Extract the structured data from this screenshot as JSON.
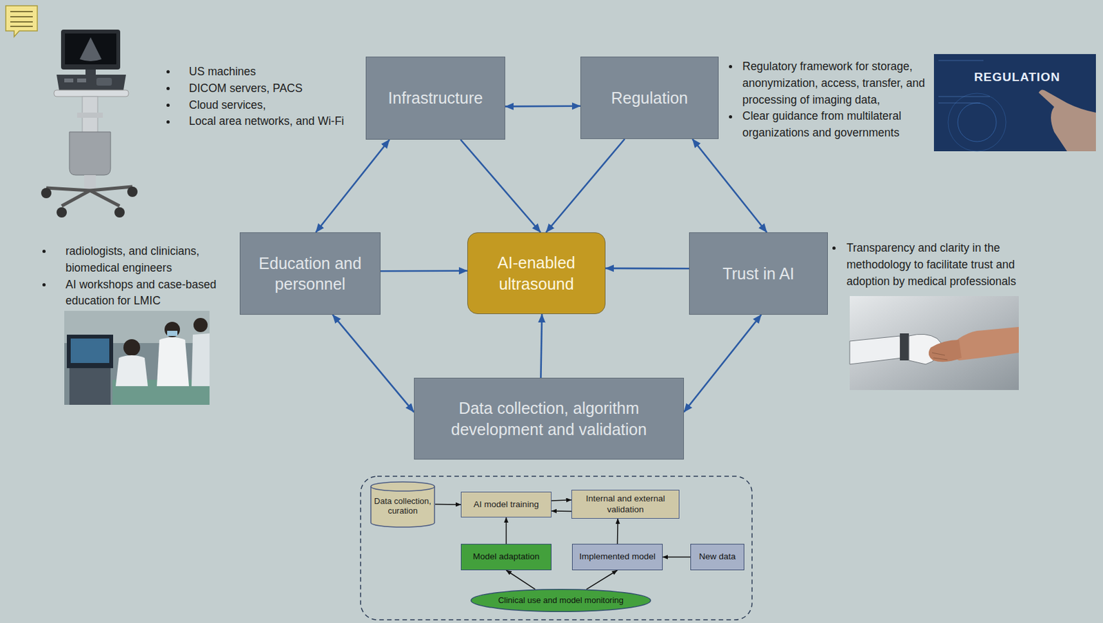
{
  "diagram": {
    "nodes": [
      {
        "text": [
          "Infrastructure"
        ]
      },
      {
        "text": [
          "Regulation"
        ]
      },
      {
        "text": [
          "Education and personnel"
        ]
      },
      {
        "text": [
          "AI-enabled ultrasound"
        ]
      },
      {
        "text": [
          "Trust in AI"
        ]
      },
      {
        "text": [
          "Data collection, algorithm development and validation"
        ]
      },
      {
        "text": [
          "Data collection, curation"
        ]
      },
      {
        "text": [
          "AI model training"
        ]
      },
      {
        "text": [
          "Internal and external validation"
        ]
      },
      {
        "text": [
          "Model adaptation"
        ]
      },
      {
        "text": [
          "Implemented model"
        ]
      },
      {
        "text": [
          "New data"
        ]
      },
      {
        "text": [
          "Clinical use and model monitoring"
        ]
      }
    ],
    "edges": [
      {
        "from": 0,
        "to": 1,
        "arrow": "both"
      },
      {
        "from": 0,
        "to": 3,
        "arrow": "to"
      },
      {
        "from": 1,
        "to": 3,
        "arrow": "to"
      },
      {
        "from": 2,
        "to": 0,
        "arrow": "both"
      },
      {
        "from": 1,
        "to": 4,
        "arrow": "both"
      },
      {
        "from": 2,
        "to": 3,
        "arrow": "to"
      },
      {
        "from": 4,
        "to": 3,
        "arrow": "to"
      },
      {
        "from": 5,
        "to": 3,
        "arrow": "to"
      },
      {
        "from": 2,
        "to": 5,
        "arrow": "both"
      },
      {
        "from": 4,
        "to": 5,
        "arrow": "both"
      },
      {
        "from": 6,
        "to": 7,
        "arrow": "to"
      },
      {
        "from": 7,
        "to": 8,
        "arrow": "to"
      },
      {
        "from": 8,
        "to": 7,
        "arrow": "to"
      },
      {
        "from": 9,
        "to": 7,
        "arrow": "to"
      },
      {
        "from": 10,
        "to": 8,
        "arrow": "to"
      },
      {
        "from": 11,
        "to": 10,
        "arrow": "to"
      },
      {
        "from": 12,
        "to": 9,
        "arrow": "to"
      },
      {
        "from": 12,
        "to": 10,
        "arrow": "to"
      }
    ],
    "labels": [
      "US machines",
      "DICOM servers, PACS",
      "Cloud services,",
      "Local area networks, and Wi-Fi",
      "Regulatory framework for storage, anonymization, access, transfer, and processing of imaging data,",
      "Clear guidance from multilateral organizations and governments",
      "radiologists, and clinicians, biomedical engineers",
      "AI workshops and case-based education for LMIC",
      "Transparency and clarity in the methodology to facilitate trust and adoption by medical professionals",
      "REGULATION"
    ]
  }
}
